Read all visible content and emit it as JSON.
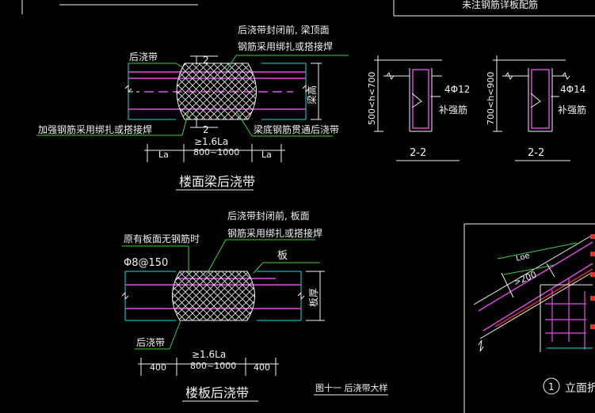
{
  "top_right_title": "未注钢筋详板配筋",
  "beam_band": {
    "title": "楼面梁后浇带",
    "section_mark_top": "2",
    "section_mark_bottom": "2",
    "label_band": "后浇带",
    "note_top_line1": "后浇带封闭前, 梁顶面",
    "note_top_line2": "钢筋采用绑扎或搭接焊",
    "note_left": "加强钢筋采用绑扎或搭接焊",
    "note_bottom": "梁底钢筋贯通后浇带",
    "height_label": "梁高",
    "dim_top": "≥1.6La",
    "dim_left": "La",
    "dim_mid": "800~1000",
    "dim_right": "La"
  },
  "section_a": {
    "height_range": "500<h<700",
    "rebar": "4Φ12",
    "rebar_note": "补强筋",
    "label": "2-2"
  },
  "section_b": {
    "height_range": "700<h<900",
    "rebar": "4Φ14",
    "rebar_note": "补强筋",
    "label": "2-2"
  },
  "slab_band": {
    "title": "楼板后浇带",
    "note_top_line1": "后浇带封闭前, 板面",
    "note_top_line2": "钢筋采用绑扎或搭接焊",
    "note_left": "原有板面无钢筋时",
    "rebar": "Φ8@150",
    "label_slab": "板",
    "label_band": "后浇带",
    "thickness_label": "板厚",
    "dim_top": "≥1.6La",
    "dim_left": "400",
    "dim_mid": "800~1000",
    "dim_right": "400"
  },
  "figure_caption": "图十一 后浇带大样",
  "detail": {
    "dim_loe": "Loe",
    "dim_200": ">200",
    "circle_number": "1",
    "caption": "立面折梁"
  }
}
